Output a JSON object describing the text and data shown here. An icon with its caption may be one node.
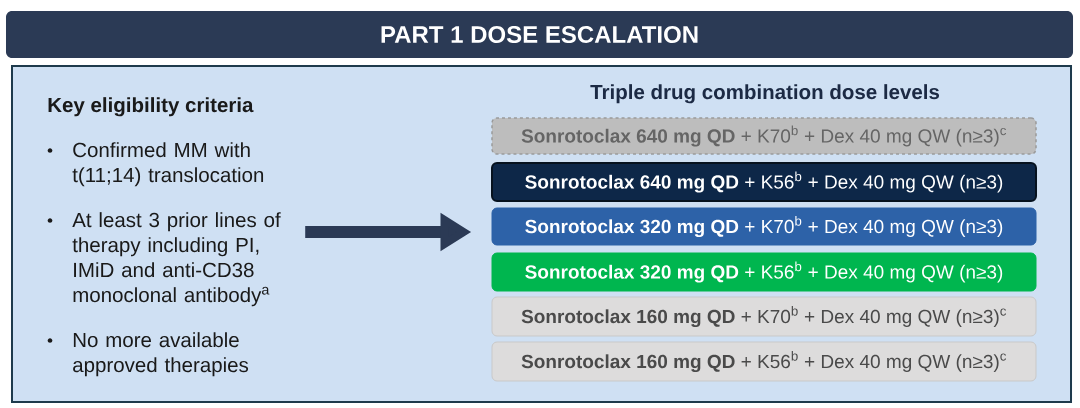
{
  "diagram": {
    "nodes": [
      {
        "text": [
          "PART 1 DOSE ESCALATION"
        ]
      },
      {
        "text": [],
        "shape": "box"
      },
      {
        "text": [
          "Key eligibility criteria",
          "Confirmed MM with t(11;14) translocation",
          "At least 3 prior lines of therapy including PI, IMiD and anti-CD38 monoclonal antibody$^{a}$",
          "No more available approved therapies"
        ],
        "in": 1
      },
      {
        "text": [
          "**Sonrotoclax 640 mg QD** + K70$^{b}$ + Dex 40 mg QW (n≥3)$^{c}$"
        ],
        "in": 1
      },
      {
        "text": [
          "**Sonrotoclax 640 mg QD** + K56$^{b}$ + Dex 40 mg QW (n≥3)"
        ],
        "in": 1
      },
      {
        "text": [
          "**Sonrotoclax 320 mg QD** + K70$^{b}$ + Dex 40 mg QW (n≥3)"
        ],
        "in": 1
      },
      {
        "text": [
          "**Sonrotoclax 320 mg QD** + K56$^{b}$ + Dex 40 mg QW (n≥3)"
        ],
        "in": 1
      },
      {
        "text": [
          "**Sonrotoclax 160 mg QD** + K70$^{b}$ + Dex 40 mg QW (n≥3)$^{c}$"
        ],
        "in": 1
      },
      {
        "text": [
          "**Sonrotoclax 160 mg QD** + K56$^{b}$ + Dex 40 mg QW (n≥3)$^{c}$"
        ],
        "in": 1
      }
    ],
    "edges": [
      {
        "from": 2,
        "to": 5,
        "arrow": "to"
      }
    ],
    "labels": [
      "Triple drug combination dose levels"
    ]
  }
}
